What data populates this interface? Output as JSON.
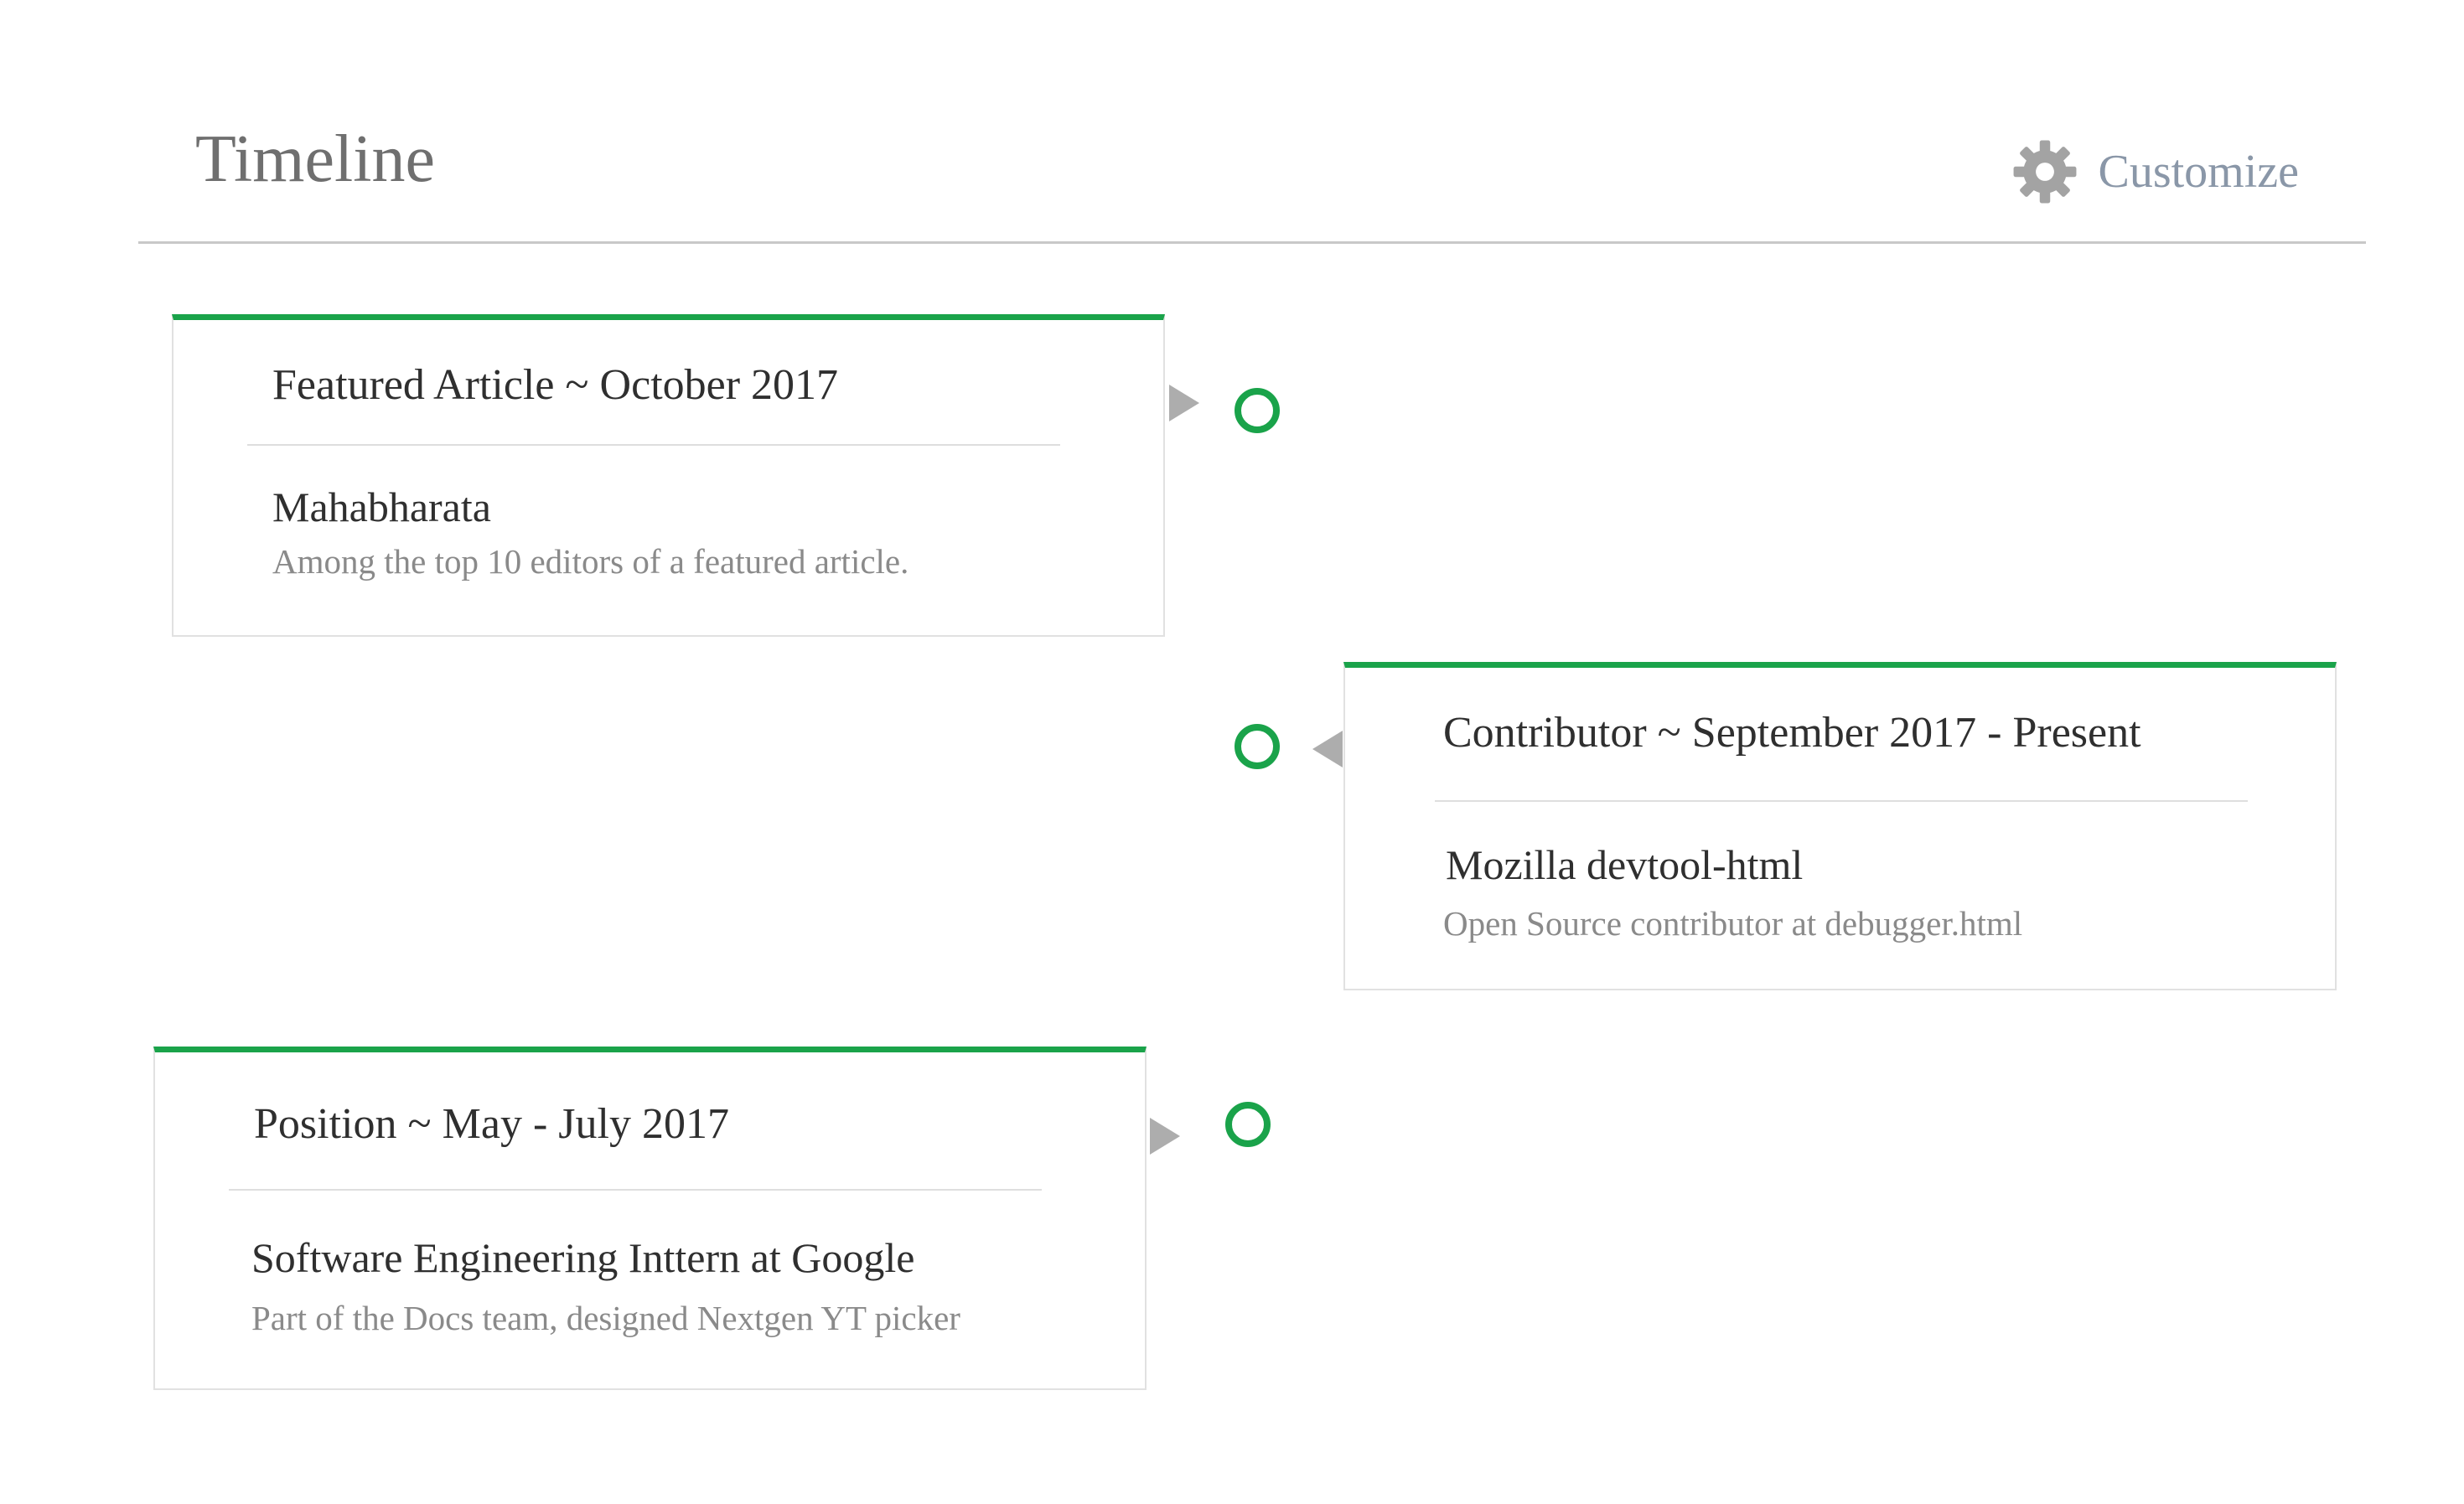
{
  "header": {
    "title": "Timeline",
    "customize_label": "Customize",
    "customize_icon": "gear-icon"
  },
  "colors": {
    "accent": "#1aa34a",
    "title_text": "#6f6f6f",
    "customize_text": "#8a97a8",
    "muted_text": "#8a8a8a",
    "arrow": "#adadad"
  },
  "timeline": {
    "entries": [
      {
        "side": "left",
        "heading": "Featured Article ~ October 2017",
        "title": "Mahabharata",
        "description": "Among the top 10 editors of a featured article."
      },
      {
        "side": "right",
        "heading": "Contributor ~ September 2017 - Present",
        "title": "Mozilla devtool-html",
        "description": "Open Source contributor at debugger.html"
      },
      {
        "side": "left",
        "heading": "Position ~ May - July 2017",
        "title": "Software Engineering Inttern at Google",
        "description": "Part of the Docs team, designed Nextgen YT picker"
      }
    ]
  }
}
